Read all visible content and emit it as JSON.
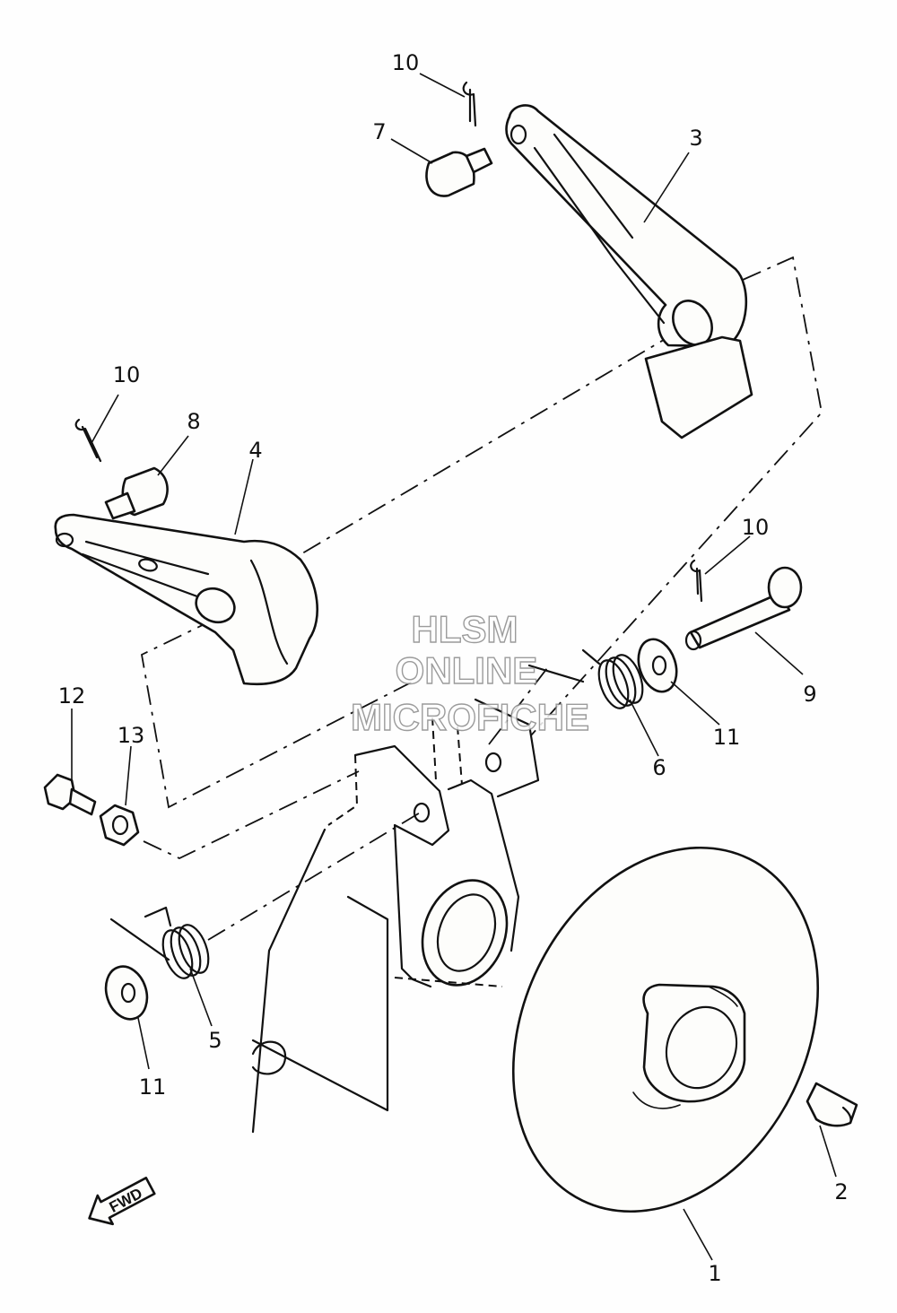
{
  "callouts": {
    "c1": "1",
    "c2": "2",
    "c3": "3",
    "c4": "4",
    "c5": "5",
    "c6": "6",
    "c7": "7",
    "c8": "8",
    "c9": "9",
    "c10a": "10",
    "c10b": "10",
    "c10c": "10",
    "c11a": "11",
    "c11b": "11",
    "c12": "12",
    "c13": "13"
  },
  "watermark": {
    "line1": "HLSM",
    "line2": "ONLINE",
    "line3": "MICROFICHE"
  },
  "direction_marker": {
    "label": "FWD"
  }
}
